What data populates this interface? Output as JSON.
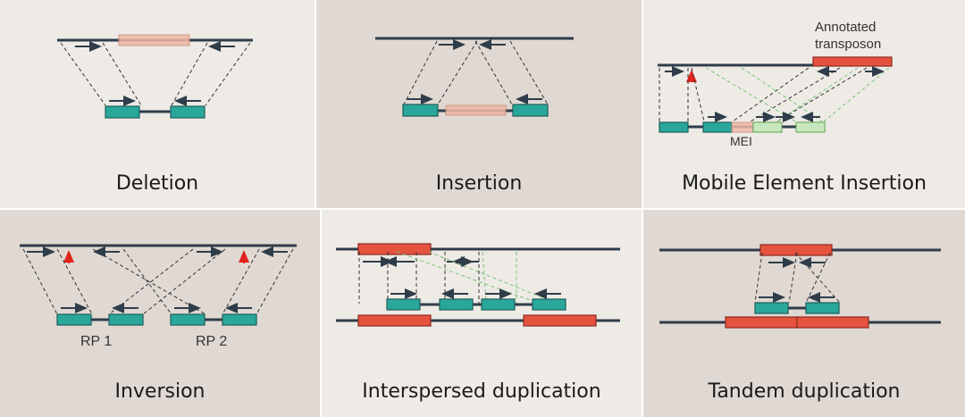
{
  "panels": {
    "deletion": {
      "caption": "Deletion",
      "bg": "#eeeae6"
    },
    "insertion": {
      "caption": "Insertion",
      "bg": "#e0d8d2"
    },
    "mei": {
      "caption": "Mobile Element Insertion",
      "annotation_line1": "Annotated",
      "annotation_line2": "transposon",
      "mei_label": "MEI",
      "bg": "#eeeae6"
    },
    "inversion": {
      "caption": "Inversion",
      "rp1": "RP 1",
      "rp2": "RP 2",
      "bg": "#e0d8d2"
    },
    "interspersed": {
      "caption": "Interspersed duplication",
      "bg": "#eeeae6"
    },
    "tandem": {
      "caption": "Tandem duplication",
      "bg": "#e0d8d2"
    }
  },
  "colors": {
    "reference_line": "#2f3d4a",
    "read_teal": "#2aa79b",
    "segment_red": "#e5533f",
    "deleted_pink": "#f0b8a6",
    "mei_green": "#c9e7bf",
    "breakpoint_red": "#e0231b"
  }
}
